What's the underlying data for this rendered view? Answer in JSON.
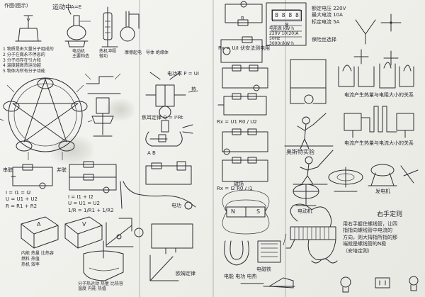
{
  "page": {
    "top_left_header": "作图(图示)",
    "top_title": "运动中",
    "sign_a_e": "A=E",
    "col1_intro": "1 物质是由大量分子组成的\n2 分子在做永不停息的\n3 分子间存在引力和\n4 温度越高热运动越\n5 物体内所有分子动能",
    "col1_notes": "内能 热量 比热容\n燃料 热值\n热机 效率",
    "col2_caption_a": "电动机\n主要构造",
    "col2_caption_b": "热机冲程\n做功",
    "col3_caption_a": "摩擦起电",
    "col3_caption_b": "导体 绝缘体",
    "series_label": "串联",
    "parallel_label": "并联",
    "series_formulas": "I = I1 = I2\nU = U1 + U2\nR = R1 + R2",
    "parallel_formulas": "I = I1 + I2\nU = U1 = U2\n1/R = 1/R1 + 1/R2",
    "resistor_label": "R",
    "rx_formula_1": "Rx = U/I 伏安法测电阻",
    "rx_formula_2": "Rx = U1 R0 / U2",
    "rx_formula_3": "Rx = I2 R0 / I1",
    "meter_display": "8 8 8 8 8",
    "meter_caption": "电能表  kW·h  220V 10(20)A  50Hz  3000r/kW·h",
    "fuse_text": "额定电压 220V\n最大电流 10A\n标定电流 5A",
    "fuse_caption": "保险丝选择",
    "ohms_law": "欧姆定律",
    "joule_law": "焦耳定律  Q = I²Rt",
    "electric_power": "电功率  P = UI",
    "tube_caption_1": "电流产生热量与电阻大小的关系",
    "tube_caption_2": "电流产生热量与电流大小的关系",
    "oersted": "奥斯特实验",
    "magnet_label_n": "N",
    "magnet_label_s": "S",
    "electromagnet": "电磁铁",
    "motor_caption": "电动机",
    "generator_caption": "发电机",
    "right_hand_title": "右手定则",
    "right_hand_text": "用右手握住螺线管，让四\n指指向螺线管中电流的\n方向，则大拇指所指的那\n端就是螺线管的N极\n（安培定则）",
    "meter_a": "A",
    "meter_v": "V",
    "label_hot": "热",
    "label_power": "电功",
    "label_ab": "A B",
    "label_mag": "磁场",
    "bottom_mid_caption": "电能 电功 电热",
    "bottom_caption_left": "分子热运动 热量 比热容\n温度 内能 热值"
  }
}
